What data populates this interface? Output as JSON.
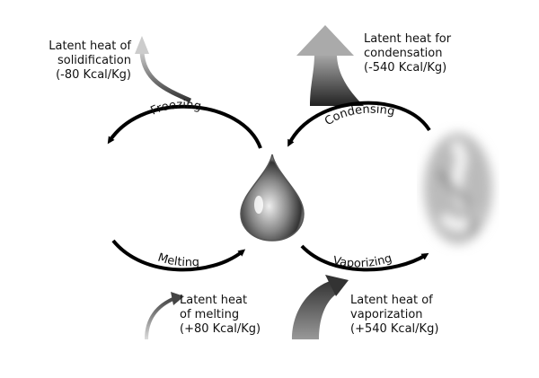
{
  "processes": {
    "freezing": "Freezing",
    "condensing": "Condensing",
    "melting": "Melting",
    "vaporizing": "Vaporizing"
  },
  "notes": {
    "solidification": [
      "Latent heat of",
      "solidification",
      "(-80 Kcal/Kg)"
    ],
    "condensation": [
      "Latent heat for",
      "condensation",
      "(-540 Kcal/Kg)"
    ],
    "melting": [
      "Latent heat",
      "of melting",
      "(+80 Kcal/Kg)"
    ],
    "vaporization": [
      "Latent heat of",
      "vaporization",
      "(+540 Kcal/Kg)"
    ]
  },
  "icons": {
    "center": "water-drop-icon",
    "right": "vapor-smoke-icon"
  }
}
